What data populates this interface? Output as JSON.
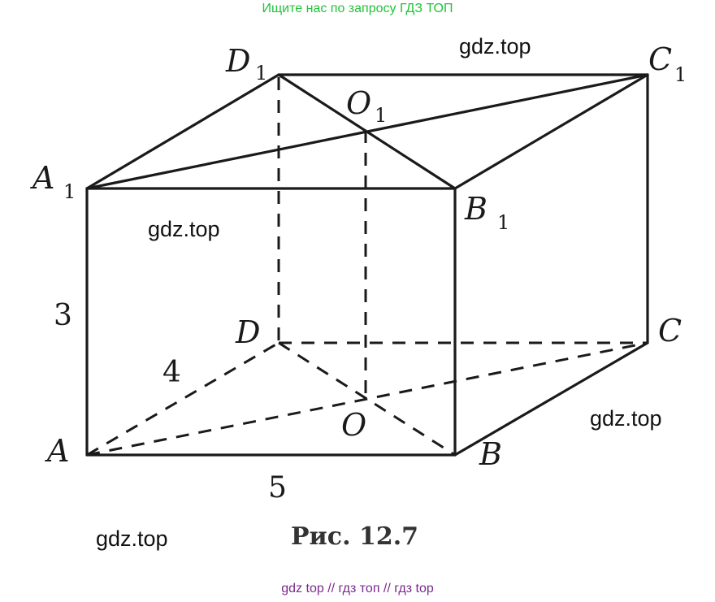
{
  "banner_top": "Ищите нас по запросу ГДЗ ТОП",
  "banner_bottom": "gdz top  //  гдз топ  //  гдз top",
  "watermarks": [
    "gdz.top",
    "gdz.top",
    "gdz.top",
    "gdz.top"
  ],
  "vertices": {
    "A": "A",
    "B": "B",
    "C": "C",
    "D": "D",
    "A1": "A",
    "B1": "B",
    "C1": "C",
    "D1": "D",
    "O": "O",
    "O1": "O",
    "sub": "1"
  },
  "lengths": {
    "height": "3",
    "depth": "4",
    "width": "5"
  },
  "caption": "Рис. 12.7"
}
